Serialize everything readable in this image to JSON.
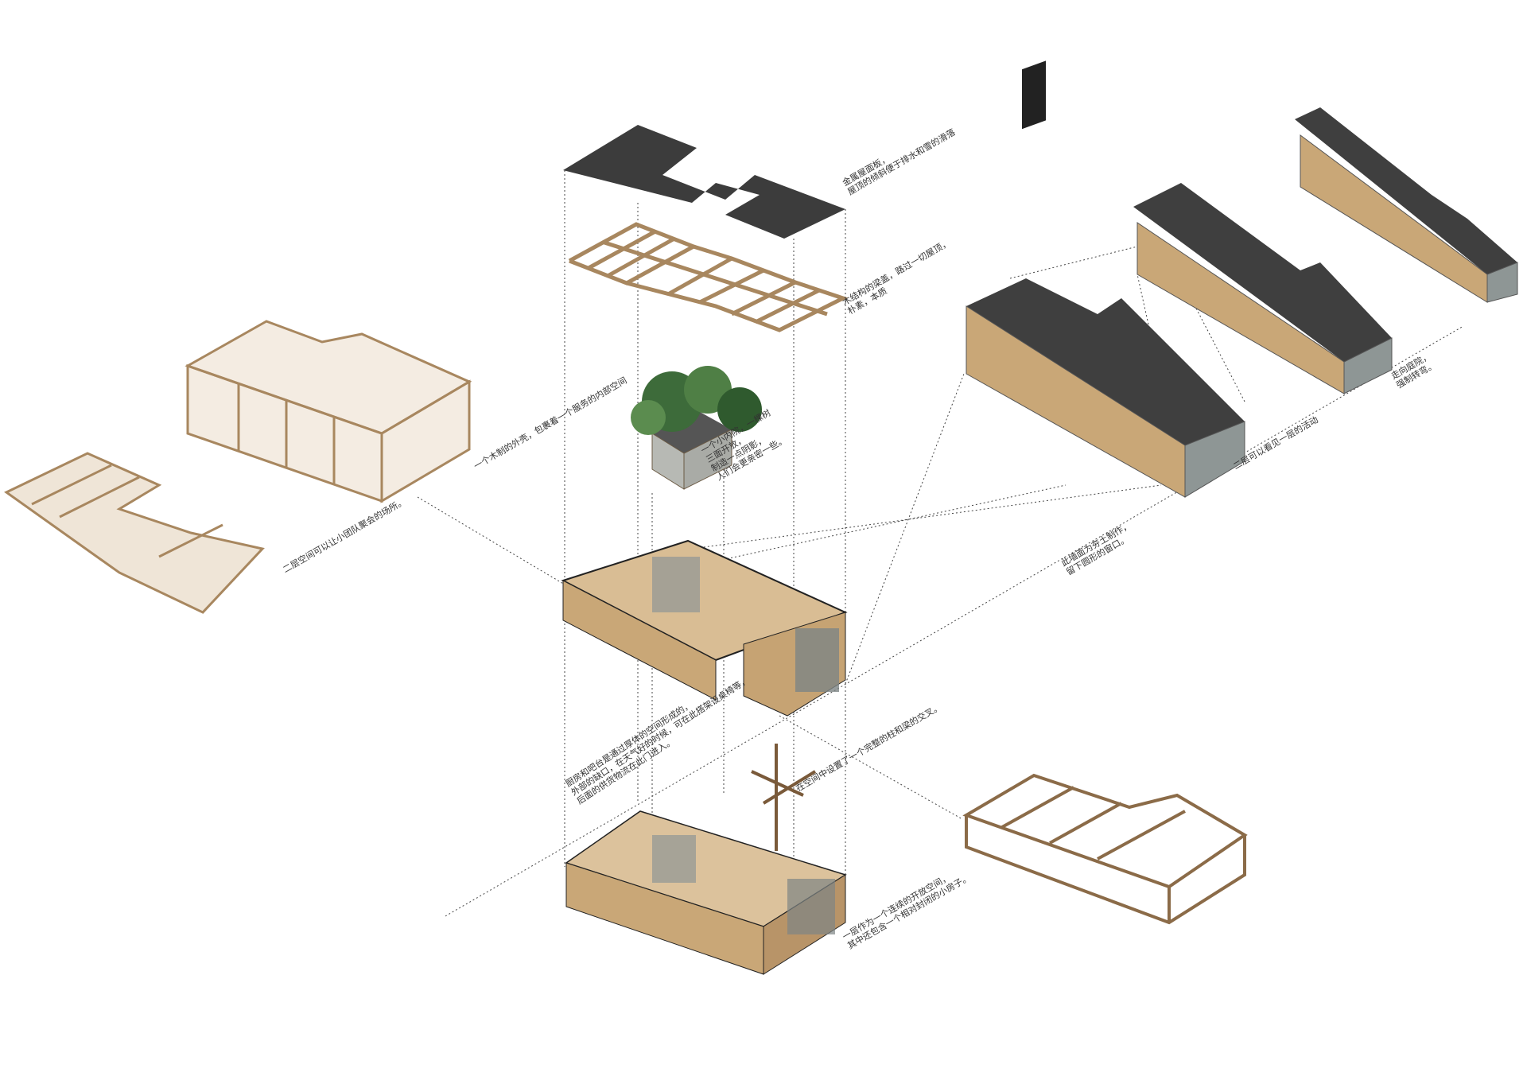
{
  "annotations": {
    "roof": "金属屋面板，\n屋顶的倾斜便于排水和雪的滑落",
    "timber_roof": "木结构的梁盖，路过一切屋顶，\n朴素，本质",
    "courtyard": "一个小内院，一棵树\n三面开放，\n制造一点阴影，\n人们会更亲密一些。",
    "shell": "一个木制的外壳，包裹着一个服务的内部空间",
    "upper_floor": "二层空间可以让小团队聚会的场所。",
    "rammed_wall": "此墙面为夯土制作，\n留下圆形的窗口。",
    "view_down": "二层可以看见一层的活动",
    "courtyard_turn": "走向庭院，\n强制转弯。",
    "kitchen": "厨房和吧台是通过厚体的空间形成的，\n外部的缺口，在天气好的时候，可在此搭架设桌椅等，\n后面的供货物流在此门进入。",
    "column": "在空间中设置了一个完整的柱和梁的交叉。",
    "ground_floor": "一层作为一个连续的开放空间，\n其中还包含一个相对封闭的小房子。"
  },
  "colors": {
    "roof": "#3c3c3c",
    "wood": "#d2b48c",
    "wood_dark": "#a8875f",
    "glass": "#9aa0a0",
    "line": "#333333"
  }
}
